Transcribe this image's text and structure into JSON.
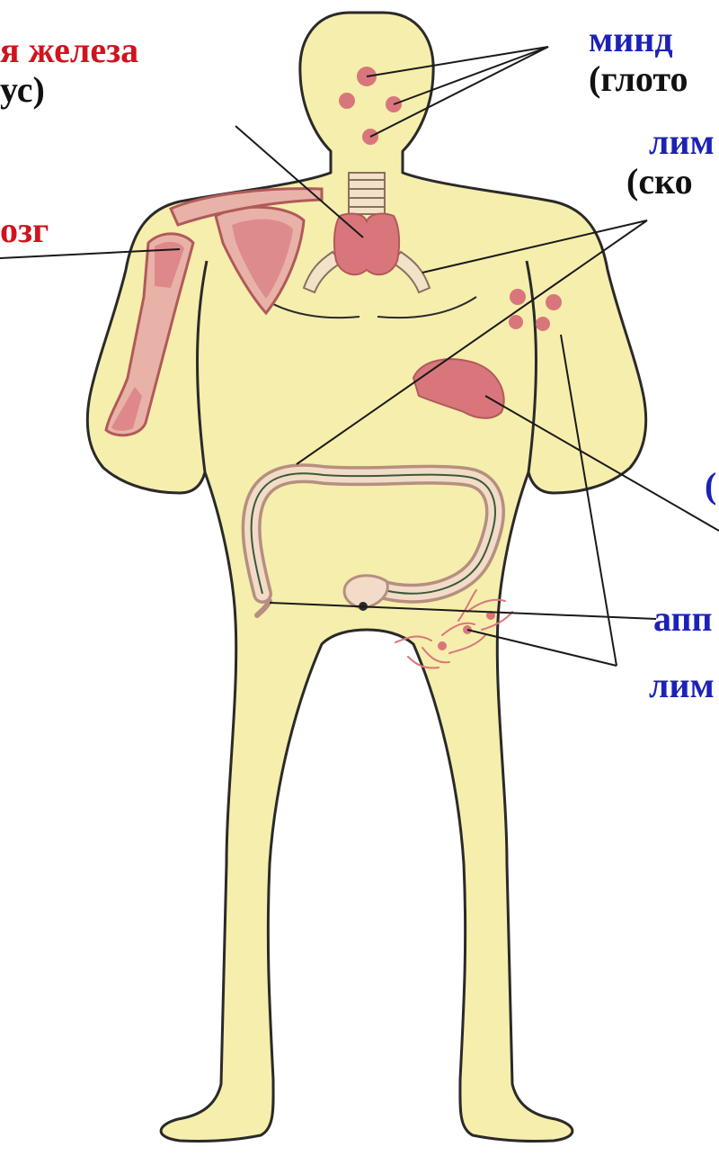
{
  "labels": {
    "thymus_name": "я железа",
    "thymus_paren": "ус)",
    "marrow": "озг",
    "tonsils_name": "минд",
    "tonsils_paren": "(глото",
    "lymph_clusters_name": "лим",
    "lymph_clusters_paren": "(ско",
    "appendix": "апп",
    "lymph_nodes": "лим",
    "spleen_fragment": "("
  },
  "colors": {
    "skin": "#f6eeac",
    "outline": "#2a2a2a",
    "organ": "#d9767c",
    "organ_light": "#e9b2a8",
    "label_red": "#d0141e",
    "label_blue": "#1c22b6",
    "label_black": "#111111",
    "leader_line": "#1a1a1a"
  }
}
